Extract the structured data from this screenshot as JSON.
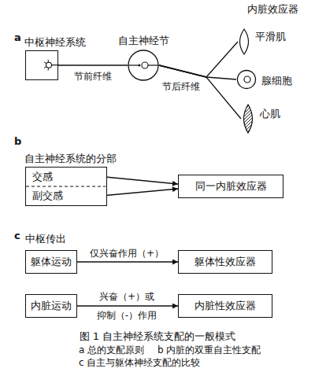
{
  "diagram": {
    "caption": "图 1 自主神经系统支配的一般模式",
    "nodes": [
      {
        "text": [
          "中枢神经系统"
        ]
      },
      {
        "text": [
          "自主神经节"
        ]
      },
      {
        "text": [
          "平滑肌"
        ]
      },
      {
        "text": [
          "腺细胞"
        ]
      },
      {
        "text": [
          "心肌"
        ]
      },
      {
        "text": [
          "自主神经系统的分部"
        ]
      },
      {
        "text": [
          "交感"
        ],
        "in": 5
      },
      {
        "text": [
          "副交感"
        ],
        "in": 5
      },
      {
        "text": [
          "同一内脏效应器"
        ]
      },
      {
        "text": [
          "躯体运动"
        ]
      },
      {
        "text": [
          "躯体性效应器"
        ]
      },
      {
        "text": [
          "内脏运动"
        ]
      },
      {
        "text": [
          "内脏性效应器"
        ]
      }
    ],
    "edges": [
      {
        "from": 0,
        "to": 1,
        "arrow": "none",
        "label": "节前纤维"
      },
      {
        "from": 1,
        "to": 2,
        "arrow": "none"
      },
      {
        "from": 1,
        "to": 3,
        "arrow": "none",
        "label": "节后纤维"
      },
      {
        "from": 1,
        "to": 4,
        "arrow": "none"
      },
      {
        "from": 6,
        "to": 8,
        "arrow": "to"
      },
      {
        "from": 7,
        "to": 8,
        "arrow": "to"
      },
      {
        "from": 9,
        "to": 10,
        "arrow": "to",
        "label": "仅兴奋作用（+）"
      },
      {
        "from": 11,
        "to": 12,
        "arrow": "to",
        "label": "兴奋（+）或 抑制（-）作用"
      }
    ],
    "labels": [
      "内脏效应器",
      "a",
      "b",
      "c",
      "中枢传出",
      "a 总的支配原则",
      "b 内脏的双重自主性支配",
      "c 自主与躯体神经支配的比较"
    ]
  }
}
